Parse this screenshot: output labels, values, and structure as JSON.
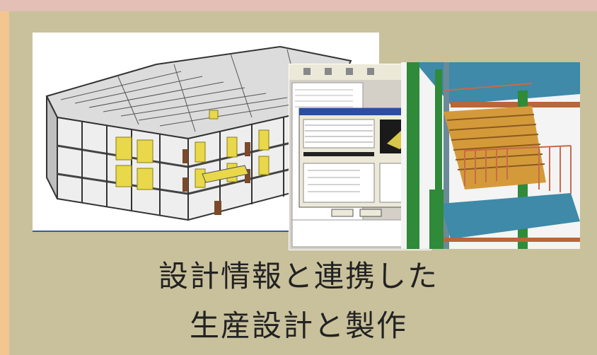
{
  "caption": {
    "line1": "設計情報と連携した",
    "line2": "生産設計と製作"
  },
  "images": {
    "left": "building-3d-frame-model",
    "center": "software-dialog-screenshot",
    "right": "steel-stair-3d-model"
  },
  "colors": {
    "background": "#c9c19c",
    "top_band": "#e3bfb6",
    "left_band": "#f4c590"
  }
}
